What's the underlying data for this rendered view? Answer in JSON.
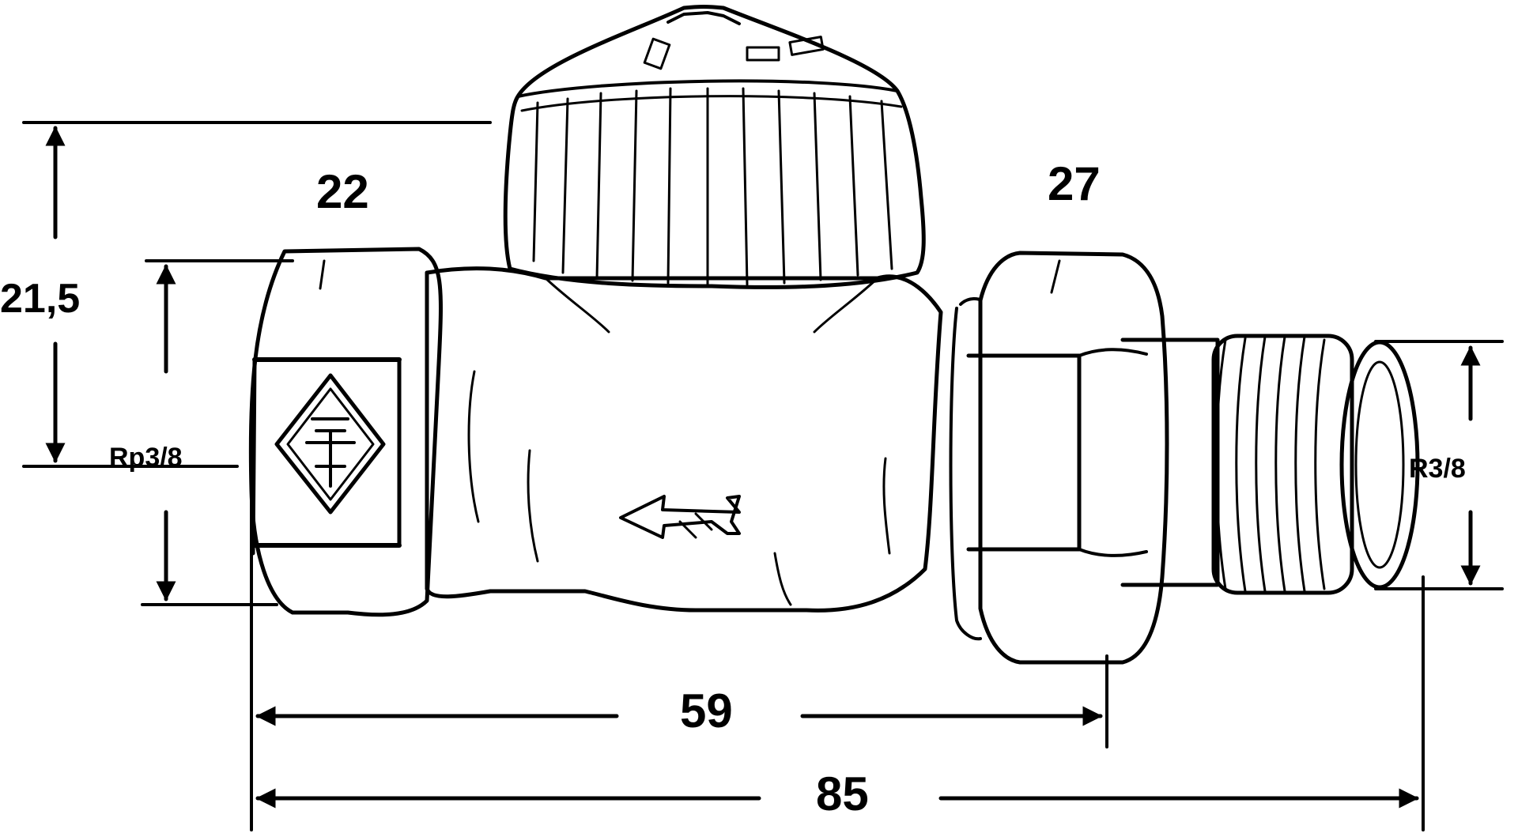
{
  "dimensions": {
    "height_top": "21,5",
    "wrench_left": "22",
    "wrench_right": "27",
    "thread_left": "Rp3/8",
    "thread_right": "R3/8",
    "length_body": "59",
    "length_total": "85"
  },
  "colors": {
    "line": "#000000",
    "background": "#ffffff"
  },
  "icons": {
    "logo": "diamond-logo-icon",
    "flow": "flow-arrow-icon"
  }
}
